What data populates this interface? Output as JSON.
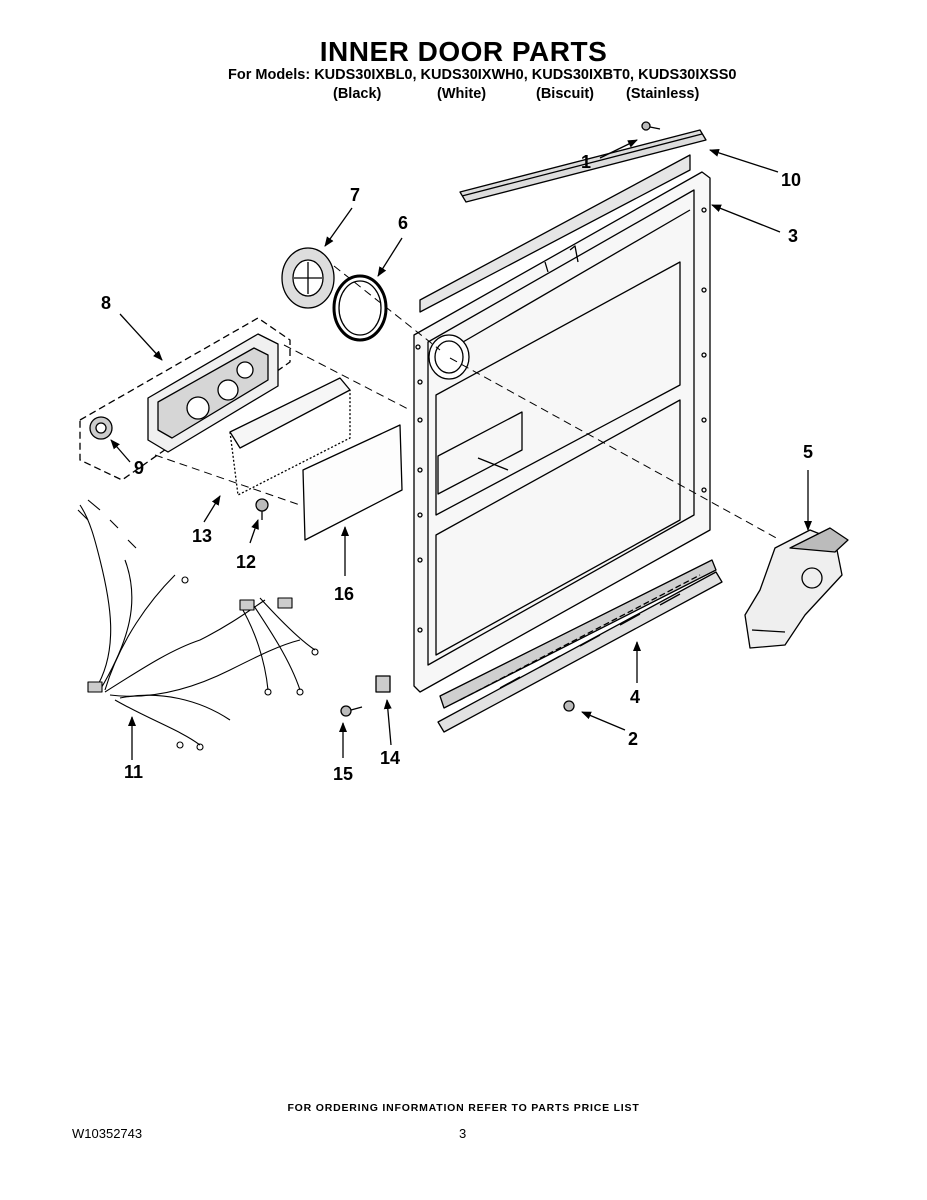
{
  "title": "INNER DOOR PARTS",
  "models_line": "For Models: KUDS30IXBL0, KUDS30IXWH0, KUDS30IXBT0, KUDS30IXSS0",
  "colors": [
    "(Black)",
    "(White)",
    "(Biscuit)",
    "(Stainless)"
  ],
  "callouts": [
    "1",
    "2",
    "3",
    "4",
    "5",
    "6",
    "7",
    "8",
    "9",
    "10",
    "11",
    "12",
    "13",
    "14",
    "15",
    "16"
  ],
  "footer_note": "FOR ORDERING INFORMATION REFER TO PARTS PRICE LIST",
  "doc_number": "W10352743",
  "page_number": "3"
}
